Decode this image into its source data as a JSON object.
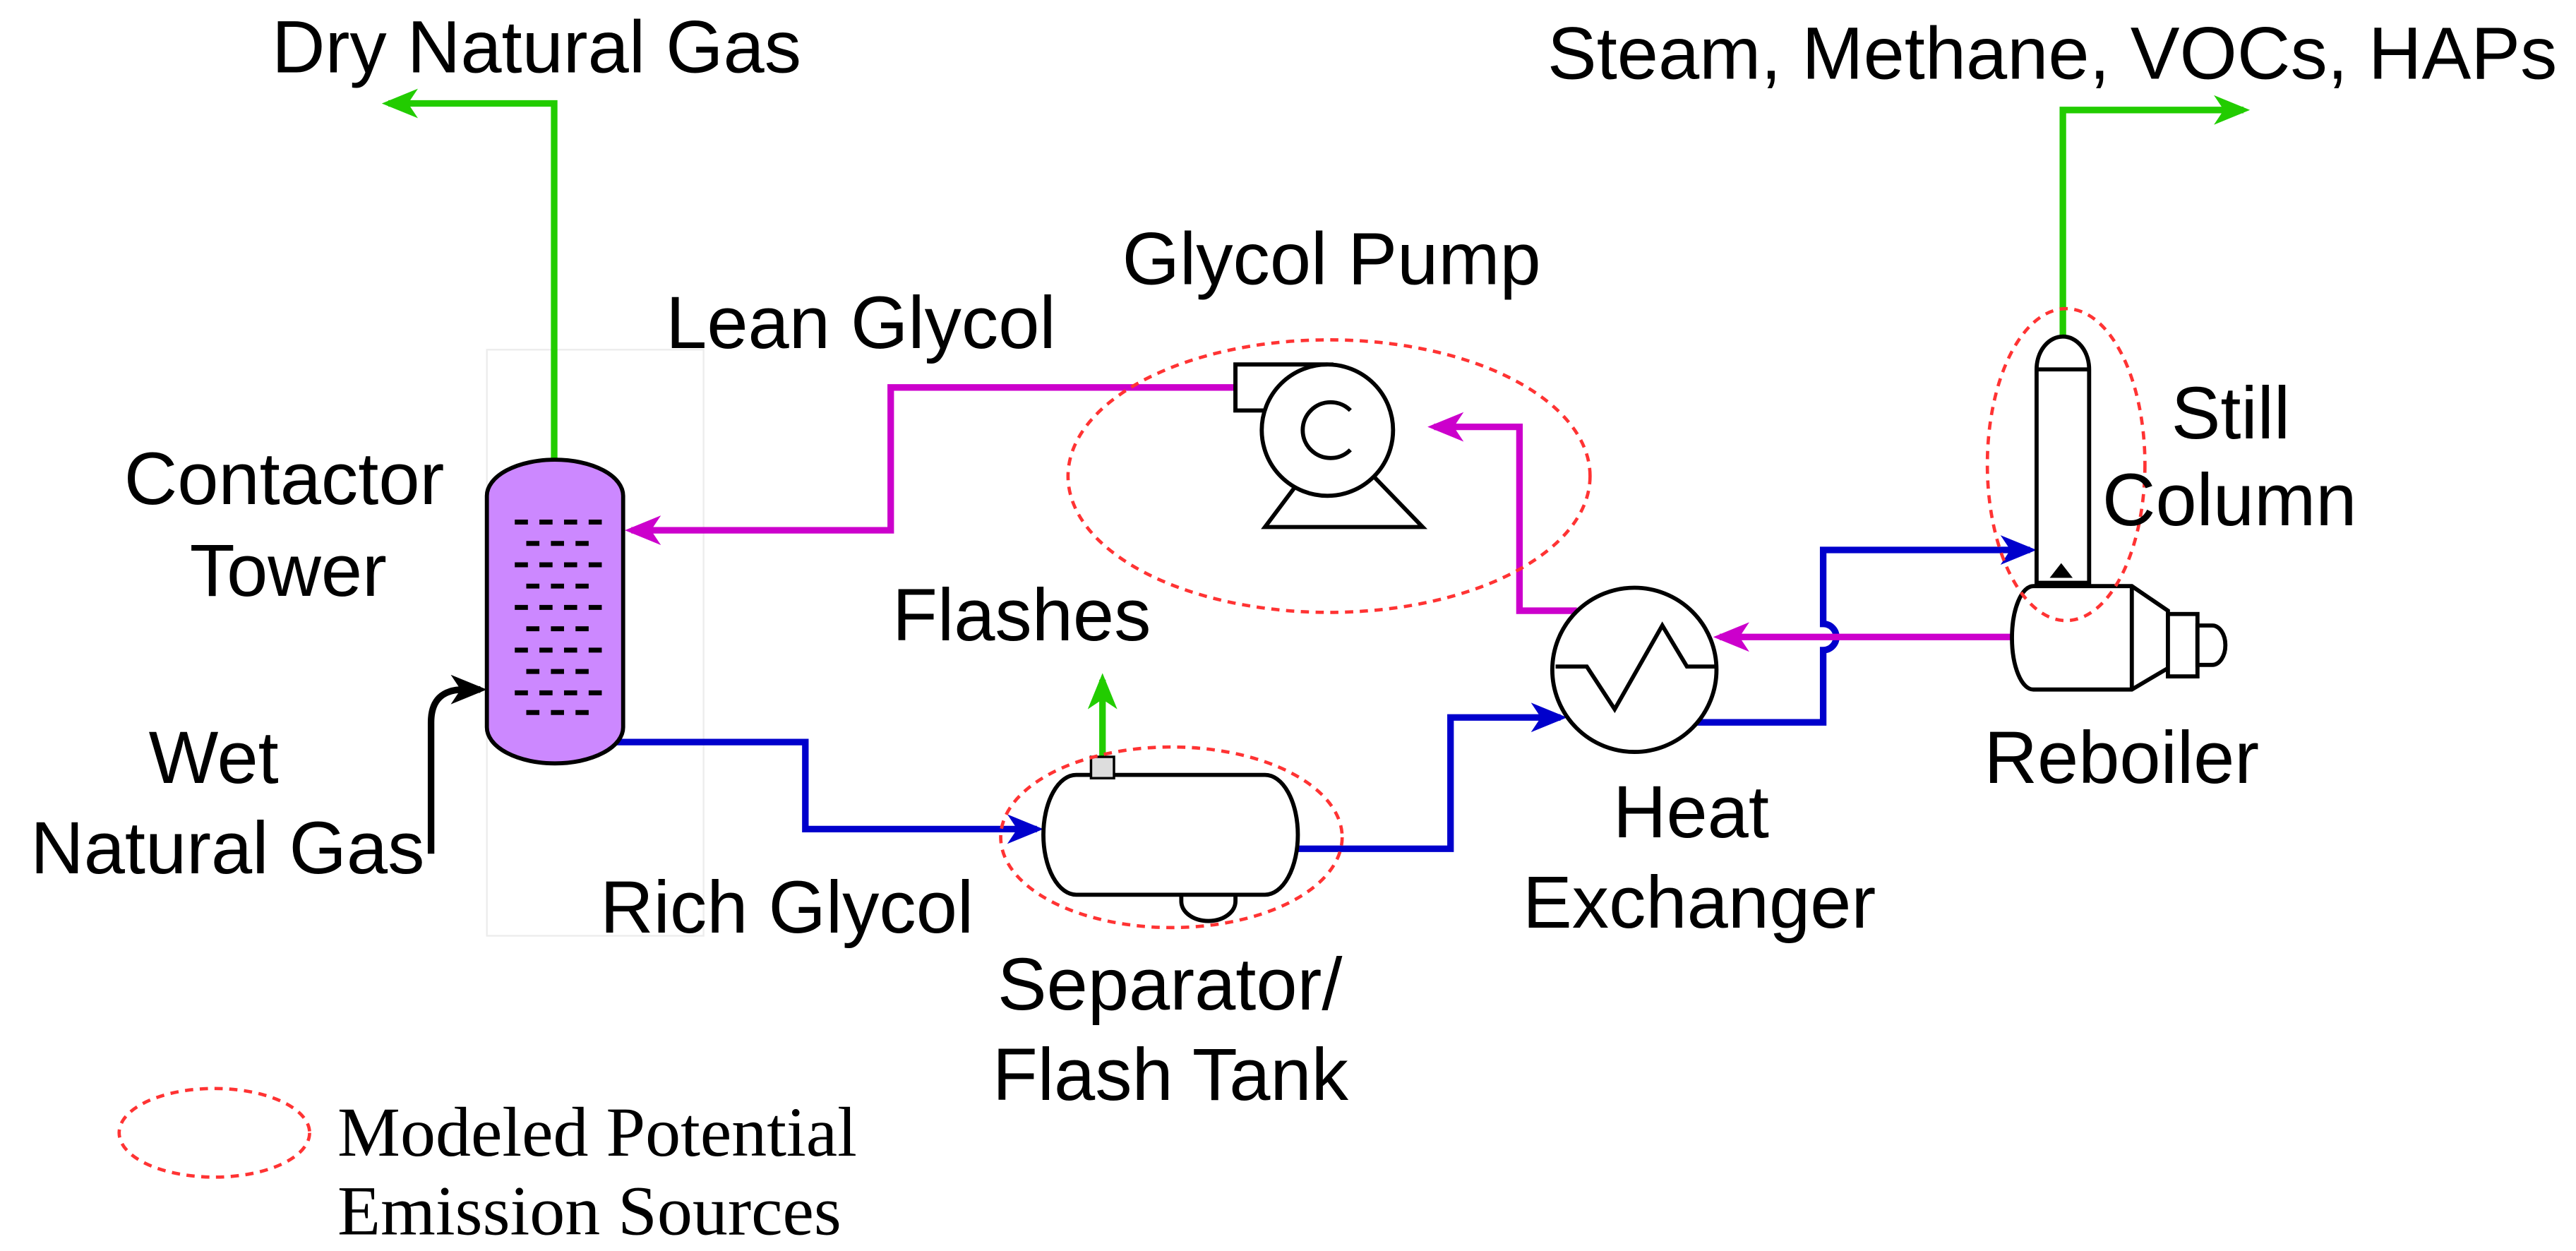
{
  "labels": {
    "dry_natural_gas": "Dry Natural Gas",
    "still_vent": "Steam, Methane, VOCs, HAPs",
    "glycol_pump": "Glycol Pump",
    "lean_glycol": "Lean Glycol",
    "contactor_tower": [
      "Contactor",
      "Tower"
    ],
    "still_column": [
      "Still",
      "Column"
    ],
    "flashes": "Flashes",
    "wet_natural_gas": [
      "Wet",
      "Natural Gas"
    ],
    "reboiler": "Reboiler",
    "heat_exchanger": [
      "Heat",
      "Exchanger"
    ],
    "rich_glycol": "Rich Glycol",
    "separator": [
      "Separator/",
      "Flash Tank"
    ]
  },
  "legend": {
    "text": [
      "Modeled Potential",
      "Emission Sources"
    ]
  },
  "colors": {
    "gas_stream": "#22cc00",
    "lean_glycol_stream": "#cc00cc",
    "rich_glycol_stream": "#0000cc",
    "wet_gas_stream": "#000000",
    "emission_source_outline": "#ff3333",
    "contactor_fill": "#cc88ff"
  }
}
